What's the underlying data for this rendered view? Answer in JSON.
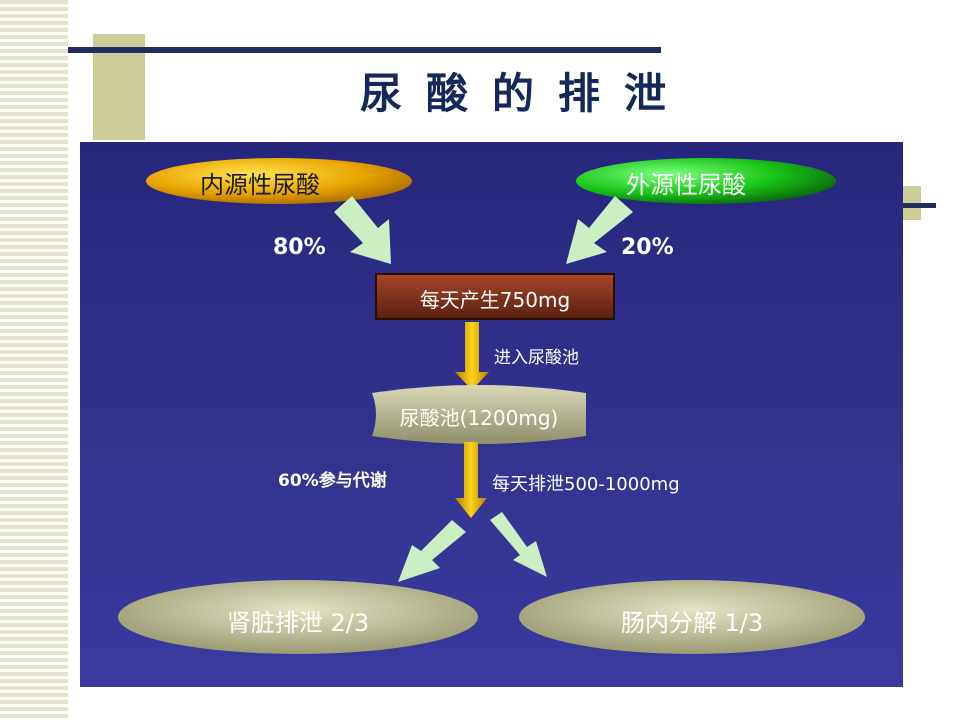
{
  "title": "尿酸的排泄",
  "nodes": {
    "endogenous": "内源性尿酸",
    "exogenous": "外源性尿酸",
    "daily_production": "每天产生750mg",
    "pool": "尿酸池(1200mg)",
    "kidney": "肾脏排泄 2/3",
    "intestine": "肠内分解 1/3"
  },
  "edges": {
    "endogenous_pct": "80%",
    "exogenous_pct": "20%",
    "enter_pool": "进入尿酸池",
    "metabolism": "60%参与代谢",
    "daily_excretion": "每天排泄500-1000mg"
  },
  "colors": {
    "panel": "#2e2e8a",
    "endogenous": "#e0a800",
    "exogenous": "#22aa22",
    "production_box": "#7a2e1a",
    "pool": "#b9b98f",
    "outcome": "#c9c9a2",
    "arrow_green": "#c9efc2",
    "arrow_gold": "#e6b000"
  }
}
